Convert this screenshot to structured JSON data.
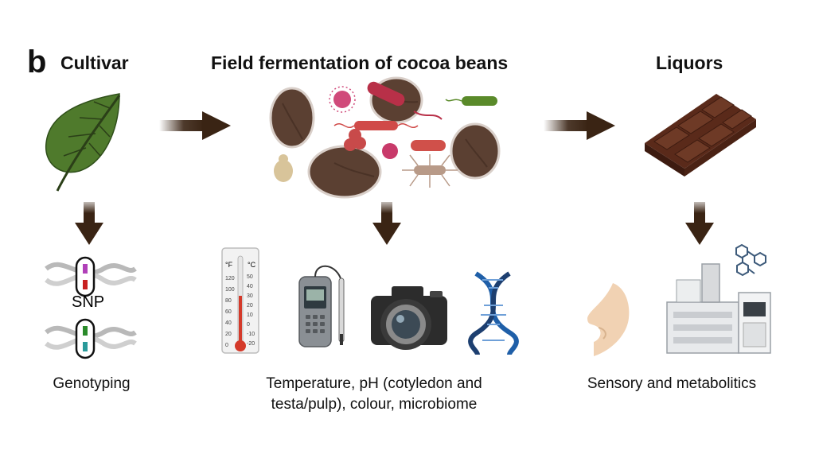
{
  "panel_label": "b",
  "stages": {
    "cultivar": {
      "title": "Cultivar",
      "caption": "Genotyping",
      "snp_label": "SNP"
    },
    "fermentation": {
      "title": "Field fermentation of cocoa beans",
      "caption_line1": "Temperature, pH (cotyledon and",
      "caption_line2": "testa/pulp), colour, microbiome"
    },
    "liquors": {
      "title": "Liquors",
      "caption": "Sensory and metabolitics"
    }
  },
  "thermometer": {
    "unit_f": "°F",
    "unit_c": "°C",
    "ticks_f": [
      "120",
      "100",
      "80",
      "60",
      "40",
      "20",
      "0"
    ],
    "ticks_c": [
      "50",
      "40",
      "30",
      "20",
      "10",
      "0",
      "-10",
      "-20"
    ]
  },
  "colors": {
    "arrow": "#3a2414",
    "leaf": "#4f7a2c",
    "bean": "#5b4032",
    "chocolate": "#5a2a1a",
    "dna": "#1f5fa8"
  },
  "icons": [
    "leaf-icon",
    "dna-snp-icon",
    "cocoa-beans-microbes-icon",
    "thermometer-icon",
    "ph-meter-icon",
    "camera-icon",
    "dna-helix-icon",
    "chocolate-bar-icon",
    "nose-icon",
    "mass-spectrometer-icon",
    "molecule-icon"
  ]
}
